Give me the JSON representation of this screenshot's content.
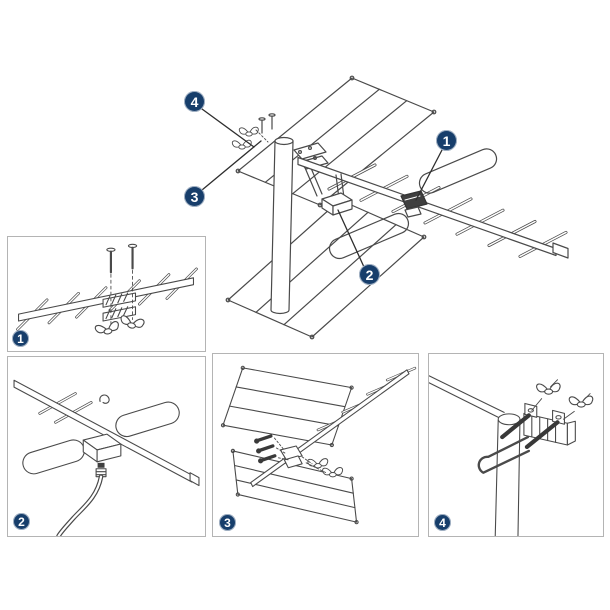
{
  "colors": {
    "callout_bg": "#173e6b",
    "callout_text": "#ffffff",
    "line_art": "#4a4a4a",
    "panel_border": "#b4b4b4",
    "page_bg": "#ffffff"
  },
  "main_diagram": {
    "callouts": [
      {
        "label": "1"
      },
      {
        "label": "2"
      },
      {
        "label": "3"
      },
      {
        "label": "4"
      }
    ]
  },
  "steps": [
    {
      "label": "1"
    },
    {
      "label": "2"
    },
    {
      "label": "3"
    },
    {
      "label": "4"
    }
  ]
}
